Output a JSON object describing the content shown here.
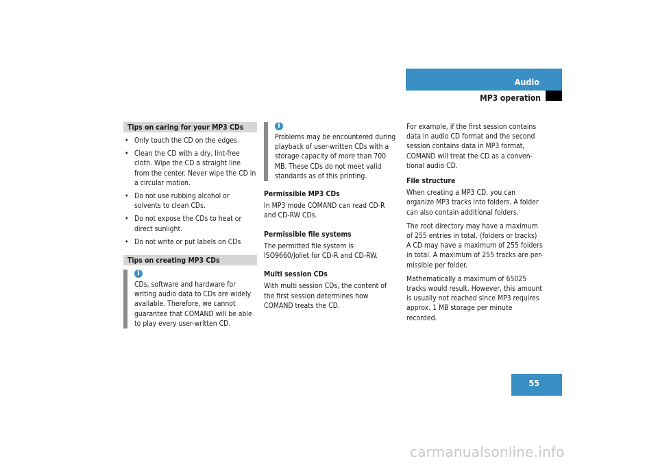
{
  "header": {
    "title": "Audio",
    "subtitle": "MP3 operation",
    "accent_color": "#3a8fc4"
  },
  "page_number": "55",
  "col1": {
    "care_heading": "Tips on caring for your MP3 CDs",
    "care_items": [
      "Only touch the CD on the edges.",
      "Clean the CD with a dry, lint-free cloth. Wipe the CD a straight line from the center. Never wipe the CD in a circular motion.",
      "Do not use rubbing alcohol or solvents to clean CDs.",
      "Do not expose the CDs to heat or direct sunlight.",
      "Do not write or put labels on CDs"
    ],
    "creating_heading": "Tips on creating MP3 CDs",
    "creating_note": "CDs, software and hardware for writing audio data to CDs are widely available. Therefore, we cannot guarantee that COMAND will be able to play every user-written CD."
  },
  "col2": {
    "note": "Problems may be encountered during playback of user-written CDs with a storage capacity of more than 700 MB. These CDs do not meet valid standards as of this printing.",
    "permissible_heading": "Permissible MP3 CDs",
    "permissible_text": "In MP3 mode COMAND can read CD-R and CD-RW CDs.",
    "filesystems_heading": "Permissible file systems",
    "filesystems_text": "The permitted file system is ISO9660/Joliet for CD-R and CD-RW.",
    "multisession_heading": "Multi session CDs",
    "multisession_text": "With multi session CDs, the content of the first session determines how COMAND treats the CD."
  },
  "col3": {
    "example_text": "For example, if the first session contains data in audio CD format and the second session contains data in MP3 format, COMAND will treat the CD as a conven-tional audio CD.",
    "structure_heading": "File structure",
    "structure_text": "When creating a MP3 CD, you can organize MP3 tracks into folders. A folder can also contain additional folders.",
    "root_text_1": "The root directory may have a maximum of 255 entries in total. (folders or tracks)",
    "root_text_2": "A CD may have a maximum of 255 folders in total. A maximum of 255 tracks are per-missible per folder.",
    "math_text": "Mathematically a maximum of 65025 tracks would result. However, this amount is usually not reached since MP3 requires approx. 1 MB storage per minute recorded."
  },
  "icons": {
    "bullet": "•",
    "info": "i"
  },
  "watermark": "carmanualsonline.info"
}
